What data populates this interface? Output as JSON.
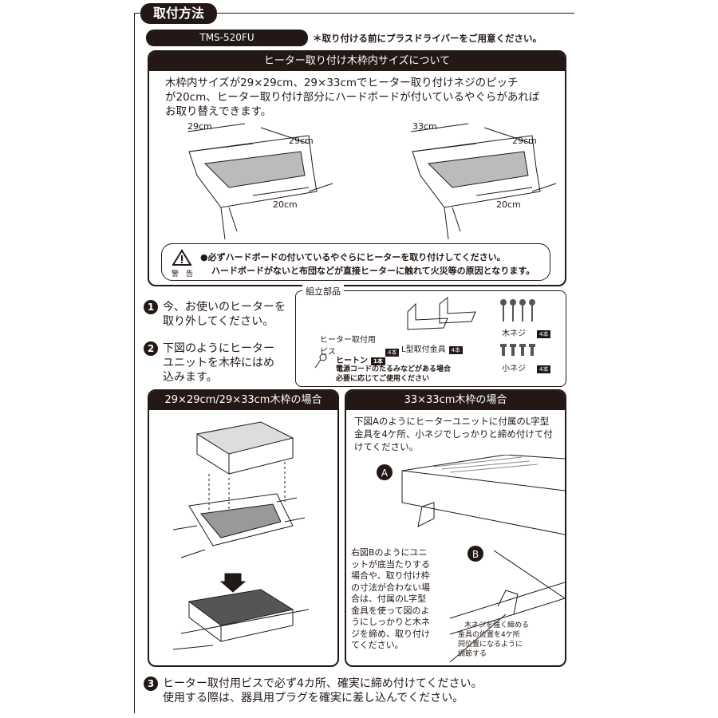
{
  "title": "取付方法",
  "model": "TMS-520FU",
  "note": "＊取り付ける前にプラスドライバーをご用意ください。",
  "size_section": {
    "header": "ヒーター取り付け木枠内サイズについて",
    "lines": [
      "木枠内サイズが29×29cm、29×33cmでヒーター取り付けネジのピッチ",
      "が20cm、ヒーター取り付け部分にハードボードが付いているやぐらがあれば",
      "お取り替えできます。"
    ],
    "diagram1": {
      "width": "29cm",
      "depth": "29cm",
      "pitch": "20cm"
    },
    "diagram2": {
      "width": "33cm",
      "depth": "29cm",
      "pitch": "20cm"
    }
  },
  "warning": {
    "icon": "warning-triangle-icon",
    "label": "警　告",
    "lines": [
      "●必ずハードボードの付いているやぐらにヒーターを取り付けしてください。",
      "ハードボードがないと布団などが直接ヒーターに触れて火災等の原因となります。"
    ]
  },
  "steps": [
    {
      "num": "1",
      "lines": [
        "今、お使いのヒーターを",
        "取り外してください。"
      ]
    },
    {
      "num": "2",
      "lines": [
        "下図のようにヒーター",
        "ユニットを木枠にはめ",
        "込みます。"
      ]
    },
    {
      "num": "3",
      "lines": [
        "ヒーター取付用ビスで必ず4カ所、確実に締め付けてください。",
        "使用する際は、器具用プラグを確実に差し込んでください。"
      ]
    }
  ],
  "parts": {
    "title": "組立部品",
    "items": [
      {
        "name": "ヒーター取付用",
        "name2": "ビス",
        "count": "4本"
      },
      {
        "name": "L型取付金具",
        "count": "4本"
      },
      {
        "name": "木ネジ",
        "count": "4本"
      },
      {
        "name": "小ネジ",
        "count": "4本"
      },
      {
        "name": "ヒートン",
        "count": "1本"
      }
    ],
    "heaton_note": [
      "電源コードのたるみなどがある場合",
      "必要に応じてご使用ください"
    ]
  },
  "panel_left": {
    "header": "29×29cm/29×33cm木枠の場合"
  },
  "panel_right": {
    "header": "33×33cm木枠の場合",
    "text_a": [
      "下図Aのようにヒーターユニットに付属のL字型",
      "金具を4ケ所、小ネジでしっかりと締め付けて付",
      "けてください。"
    ],
    "label_a": "A",
    "label_b": "B",
    "text_b": [
      "右図Bのようにユニ",
      "ットが底当たりする",
      "場合や、取り付け枠",
      "の寸法が合わない場",
      "合は、付属のL字型",
      "金具を使って図のよ",
      "うにしっかりと木ネ",
      "ジを締め、取り付け",
      "てください。"
    ],
    "callout": [
      "木ネジを強く締める",
      "金具の位置を4ケ所",
      "同位置になるように",
      "調節する"
    ]
  }
}
